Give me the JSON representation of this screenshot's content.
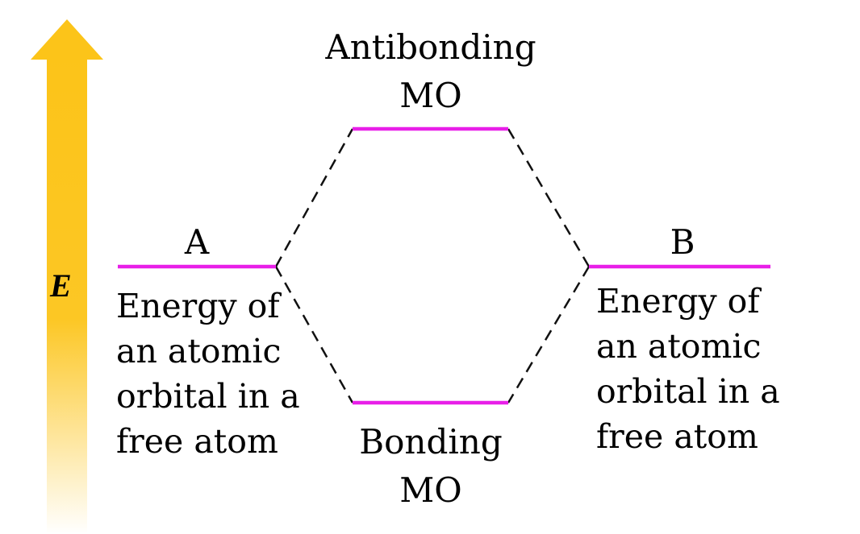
{
  "axis": {
    "label": "E",
    "arrow_color": "#FCC419"
  },
  "level_color": "#E81FE8",
  "connector_color": "#111111",
  "antibonding": {
    "line1": "Antibonding",
    "line2": "MO"
  },
  "bonding": {
    "line1": "Bonding",
    "line2": "MO"
  },
  "atom_a": {
    "label": "A",
    "description": [
      "Energy of",
      "an atomic",
      "orbital in a",
      "free atom"
    ]
  },
  "atom_b": {
    "label": "B",
    "description": [
      "Energy of",
      "an atomic",
      "orbital in a",
      "free atom"
    ]
  }
}
